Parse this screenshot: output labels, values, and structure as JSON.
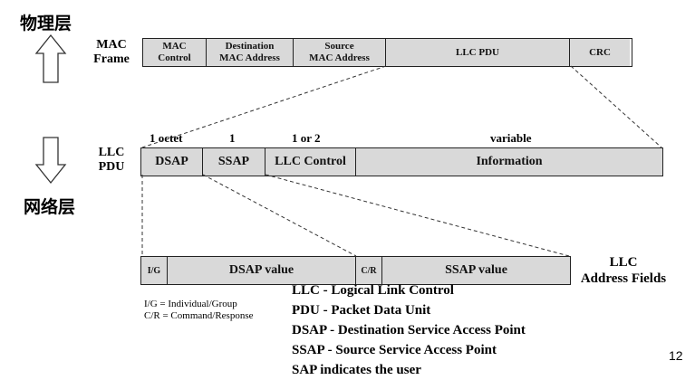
{
  "layers": {
    "physical": "物理层",
    "network": "网络层"
  },
  "mac_frame": {
    "label_line1": "MAC",
    "label_line2": "Frame",
    "fields": [
      {
        "line1": "MAC",
        "line2": "Control"
      },
      {
        "line1": "Destination",
        "line2": "MAC Address"
      },
      {
        "line1": "Source",
        "line2": "MAC Address"
      },
      {
        "line1": "LLC PDU",
        "line2": ""
      },
      {
        "line1": "CRC",
        "line2": ""
      }
    ]
  },
  "llc_pdu": {
    "label_line1": "LLC",
    "label_line2": "PDU",
    "sizes": [
      "1 octet",
      "1",
      "1 or 2",
      "variable"
    ],
    "fields": [
      "DSAP",
      "SSAP",
      "LLC Control",
      "Information"
    ]
  },
  "address_fields": {
    "fields": [
      "I/G",
      "DSAP value",
      "C/R",
      "SSAP value"
    ],
    "label_line1": "LLC",
    "label_line2": "Address Fields"
  },
  "legend": {
    "items": [
      "I/G = Individual/Group",
      "C/R = Command/Response"
    ]
  },
  "definitions": [
    "LLC - Logical Link Control",
    "PDU - Packet Data Unit",
    "DSAP - Destination Service Access Point",
    "SSAP - Source Service Access Point",
    "SAP indicates the user"
  ],
  "page_number": "12"
}
